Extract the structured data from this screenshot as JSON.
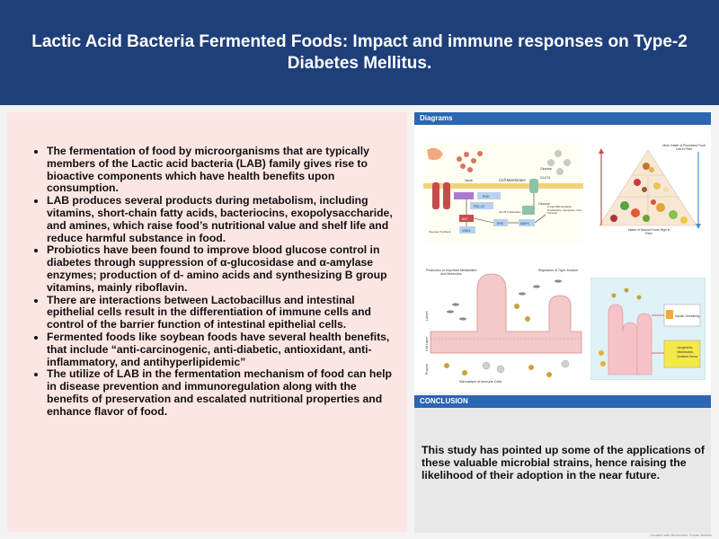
{
  "header": {
    "title": "Lactic Acid Bacteria Fermented Foods: Impact and immune responses on Type-2 Diabetes Mellitus."
  },
  "main": {
    "bullets": [
      "The fermentation of food by microorganisms that are typically members of the Lactic acid bacteria (LAB) family gives rise to bioactive components which have health benefits upon consumption.",
      "LAB produces several products during metabolism, including vitamins, short-chain fatty acids, bacteriocins, exopolysaccharide, and amines, which raise food’s nutritional value and shelf life and reduce harmful substance in food.",
      "Probiotics have been found to improve blood glucose control in diabetes through suppression of α-glucosidase and α-amylase enzymes; production of d- amino acids and synthesizing B group vitamins, mainly riboflavin.",
      "There are interactions between Lactobacillus and intestinal epithelial cells result in the differentiation of immune cells and control of the barrier function of intestinal epithelial cells.",
      "Fermented foods like soybean foods have several health benefits, that include “anti-carcinogenic, anti-diabetic, antioxidant, anti-inflammatory, and antihyperlipidemic”",
      "The utilize of LAB in the fermentation mechanism of food can help in disease prevention and immunoregulation along with the benefits of preservation and escalated nutritional properties and enhance flavor of food."
    ]
  },
  "diagrams": {
    "heading": "Diagrams",
    "pathway": {
      "insulin": "Insulin",
      "cell_membrane": "Cell Membrane",
      "glucose_top": "Glucose",
      "glut4": "GLUT4",
      "pi3k": "PI3K",
      "pdk": "PDK-1/2",
      "akt": "AKT",
      "gsk3": "GSK3",
      "erk": "ERK",
      "mapk": "MAPK",
      "glucose_mid": "Glucose",
      "glycogen": "Glycogen Synthesis",
      "glut4_trans": "GLUT4 Translocation",
      "outcomes": "β-Cell Differentiation, Proliferation, Apoptosis, Cell Survival"
    },
    "pyramid": {
      "top": "More Intake of Processed Food Low in Fiber",
      "bottom": "Intake of Natural Foods High in Fiber"
    },
    "intestine": {
      "metabolites": "Production of Important Metabolites and Molecules",
      "junction": "Regulation of Tight Junction",
      "lumen": "Lumen",
      "cell_layer": "Cell Layer",
      "propria": "Propria",
      "immune": "Stimulation of Immune Cells"
    },
    "villi": {
      "sensitivity": "Insulin Sensitivity",
      "effects": "Lipogenesis, Inflammation, Oxidative Stress"
    }
  },
  "conclusion": {
    "heading": "CONCLUSION",
    "text": "This study has pointed up some of the applications of these valuable microbial strains, hence raising the likelihood of their adoption in the near future."
  },
  "footer": {
    "text": "Created with BioRender Poster Builder"
  }
}
